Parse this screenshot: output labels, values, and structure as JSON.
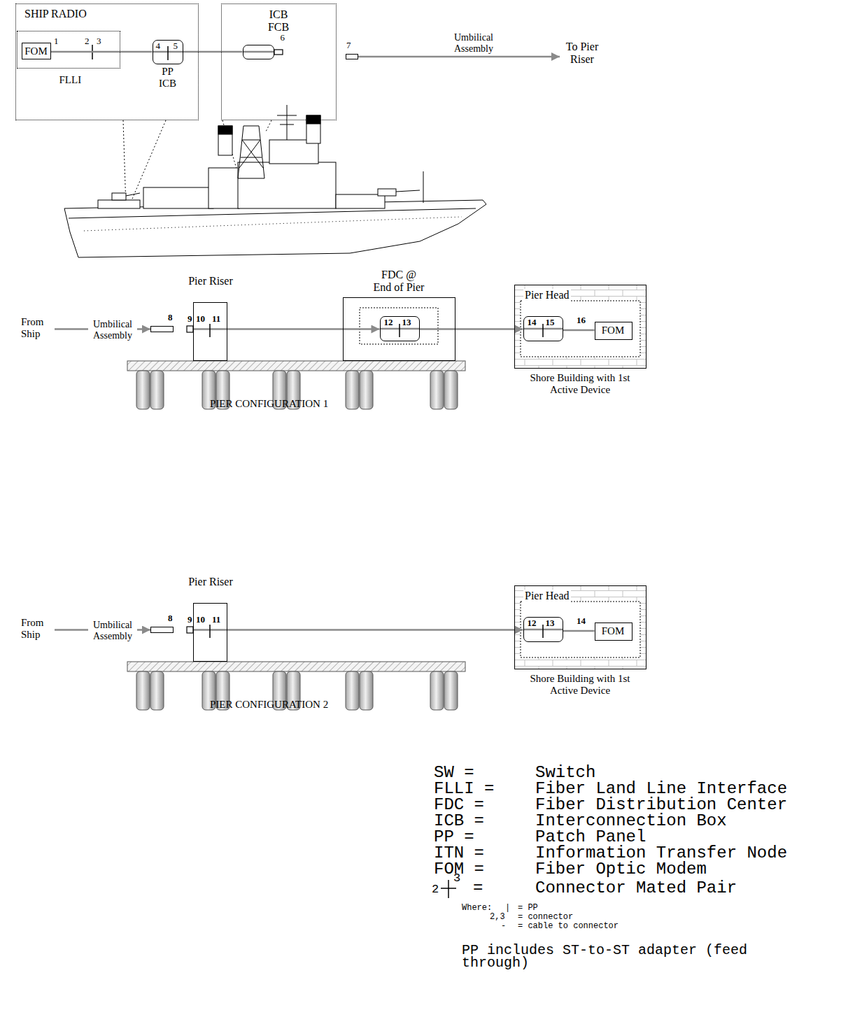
{
  "diagram": {
    "nodes": [
      {
        "text": [
          "SHIP RADIO"
        ]
      },
      {
        "text": [
          "FLLI"
        ],
        "in": 0
      },
      {
        "text": [
          "FOM"
        ],
        "in": 1
      },
      {
        "text": [
          "4",
          "5",
          "PP ICB"
        ],
        "in": 0
      },
      {
        "text": [
          "ICB FCB"
        ]
      },
      {
        "text": [
          "6"
        ],
        "in": 4
      },
      {
        "text": [
          "7"
        ]
      },
      {
        "text": [
          "To Pier Riser"
        ]
      },
      {
        "text": [
          "From Ship"
        ]
      },
      {
        "text": [
          "8"
        ]
      },
      {
        "text": [
          "Pier Riser",
          "9",
          "10",
          "11"
        ]
      },
      {
        "text": [
          "FDC @ End of Pier"
        ]
      },
      {
        "text": [
          "12",
          "13"
        ],
        "in": 11
      },
      {
        "text": [
          "Pier Head",
          "Shore Building with 1st Active Device"
        ]
      },
      {
        "text": [
          "14",
          "15"
        ],
        "in": 13
      },
      {
        "text": [
          "FOM"
        ],
        "in": 13
      },
      {
        "text": [
          "From Ship"
        ]
      },
      {
        "text": [
          "8"
        ]
      },
      {
        "text": [
          "Pier Riser",
          "9",
          "10",
          "11"
        ]
      },
      {
        "text": [
          "Pier Head",
          "Shore Building with 1st Active Device"
        ]
      },
      {
        "text": [
          "12",
          "13"
        ],
        "in": 19
      },
      {
        "text": [
          "FOM"
        ],
        "in": 19
      }
    ],
    "edges": [
      {
        "from": 2,
        "to": 3,
        "arrow": "none"
      },
      {
        "from": 3,
        "to": 5,
        "arrow": "none"
      },
      {
        "from": 6,
        "to": 7,
        "arrow": "to",
        "label": "Umbilical Assembly"
      },
      {
        "from": 8,
        "to": 9,
        "arrow": "to",
        "label": "Umbilical Assembly"
      },
      {
        "from": 10,
        "to": 12,
        "arrow": "to"
      },
      {
        "from": 12,
        "to": 14,
        "arrow": "to"
      },
      {
        "from": 14,
        "to": 15,
        "arrow": "none"
      },
      {
        "from": 16,
        "to": 17,
        "arrow": "to",
        "label": "Umbilical Assembly"
      },
      {
        "from": 18,
        "to": 20,
        "arrow": "to"
      },
      {
        "from": 20,
        "to": 21,
        "arrow": "none"
      }
    ],
    "labels": [
      "1",
      "2",
      "3",
      "16",
      "PIER CONFIGURATION 1",
      "14",
      "PIER CONFIGURATION 2",
      "SW =",
      "Switch",
      "FLLI =",
      "Fiber Land Line Interface",
      "FDC =",
      "Fiber Distribution Center",
      "ICB =",
      "Interconnection Box",
      "PP =",
      "Patch Panel",
      "ITN =",
      "Information Transfer Node",
      "FOM =",
      "Fiber Optic Modem",
      "2",
      "3",
      "=",
      "Where:",
      "|",
      "= PP",
      "2,3",
      "= connector",
      "-",
      "= cable to connector",
      "PP includes ST-to-ST adapter (feed through)"
    ],
    "legend": [
      {
        "text": "Connector Mated Pair"
      }
    ]
  }
}
